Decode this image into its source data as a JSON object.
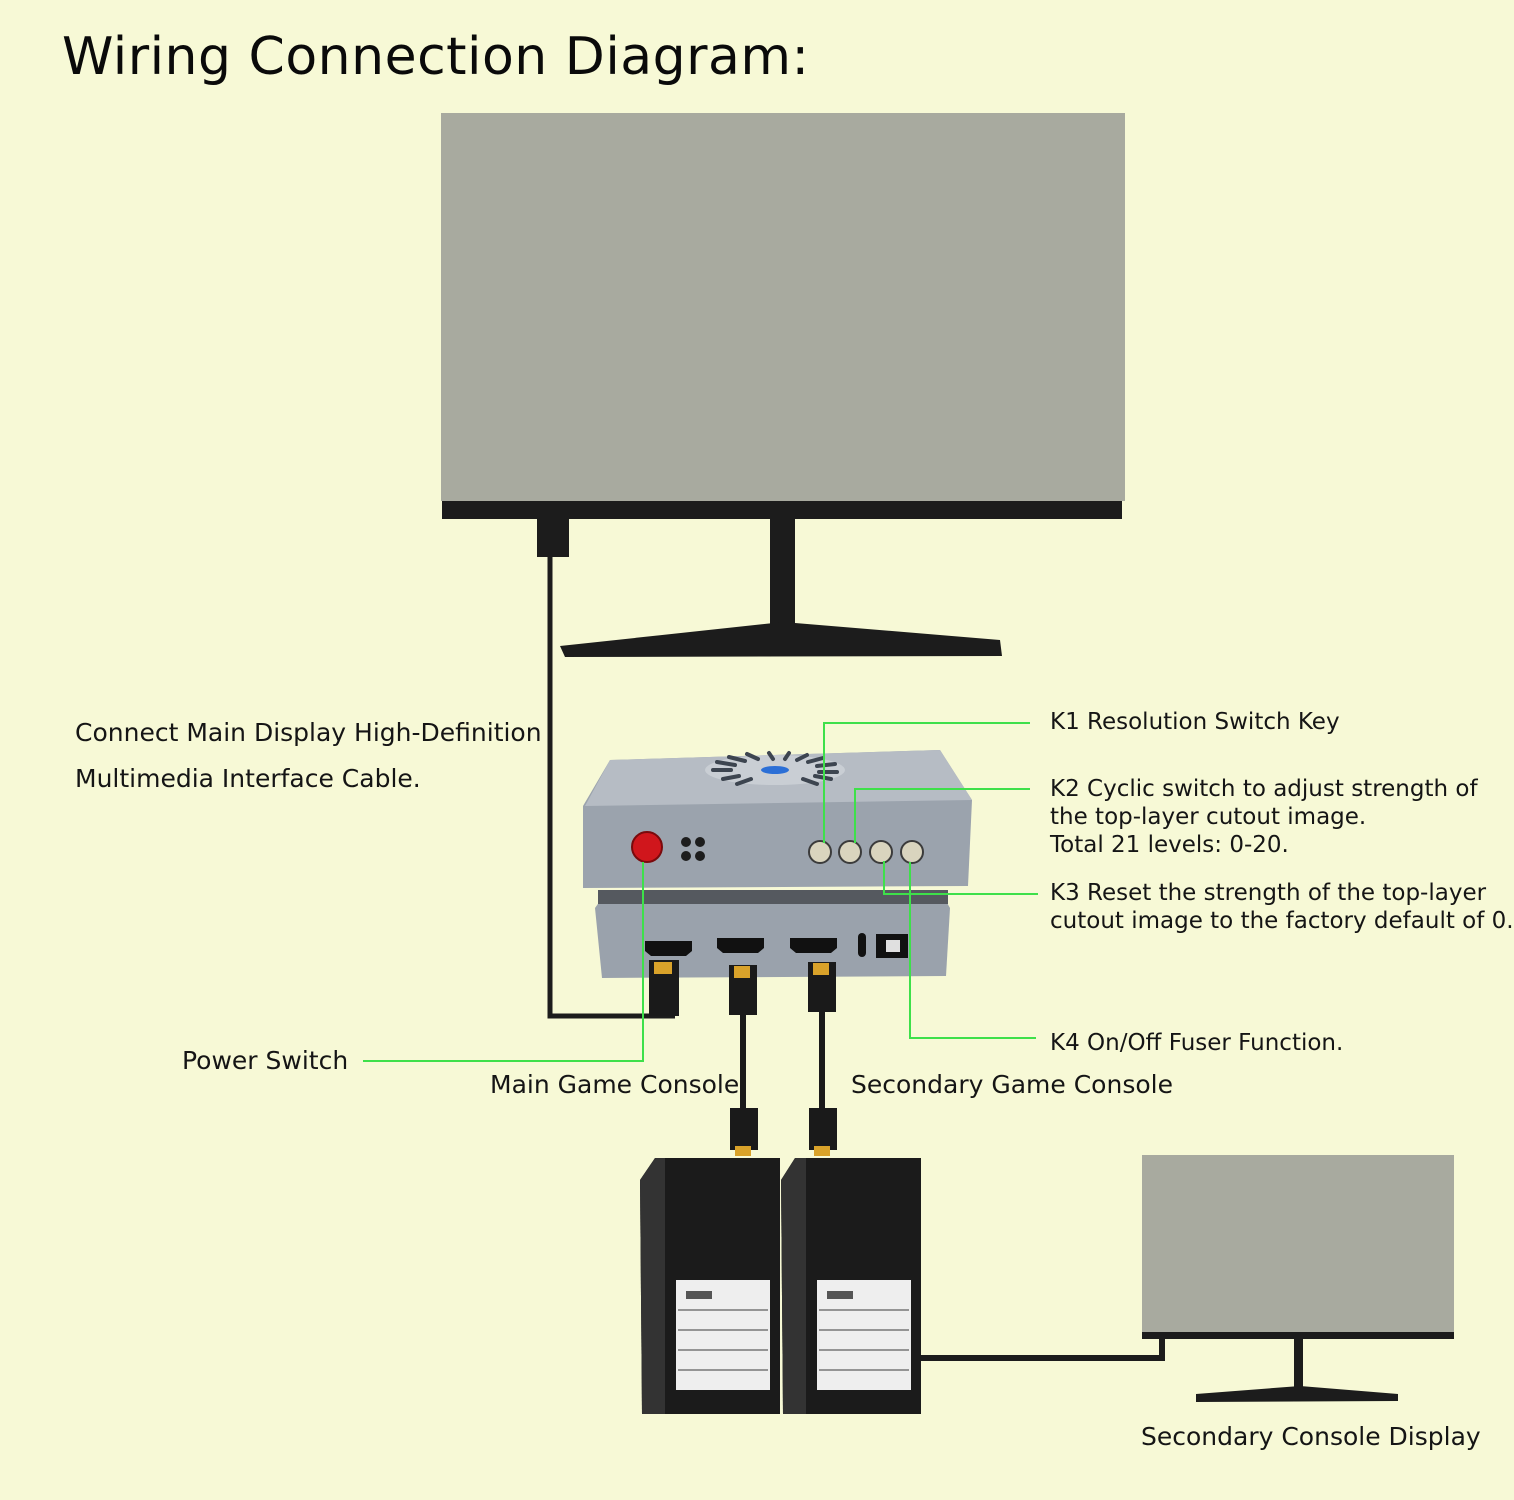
{
  "title": "Wiring Connection Diagram:",
  "labels": {
    "main_display_cable_line1": "Connect Main Display High-Definition",
    "main_display_cable_line2": "Multimedia Interface Cable.",
    "k1": "K1 Resolution Switch Key",
    "k2_line1": "K2 Cyclic switch to adjust strength of",
    "k2_line2": "the top-layer cutout image.",
    "k2_line3": "Total 21 levels: 0-20.",
    "k3_line1": "K3 Reset the strength of the top-layer",
    "k3_line2": "cutout image to the factory default of 0.",
    "k4": "K4 On/Off Fuser Function.",
    "power_switch": "Power Switch",
    "main_game_console": "Main Game Console",
    "secondary_game_console": "Secondary Game Console",
    "secondary_console_display": "Secondary Console Display"
  },
  "colors": {
    "background": "#f7f9d6",
    "screen": "#a8aa9f",
    "leader_line": "#3ee04a",
    "power_button": "#d0161c",
    "device_body": "#9ba3ad",
    "console_body": "#1b1b1b"
  }
}
